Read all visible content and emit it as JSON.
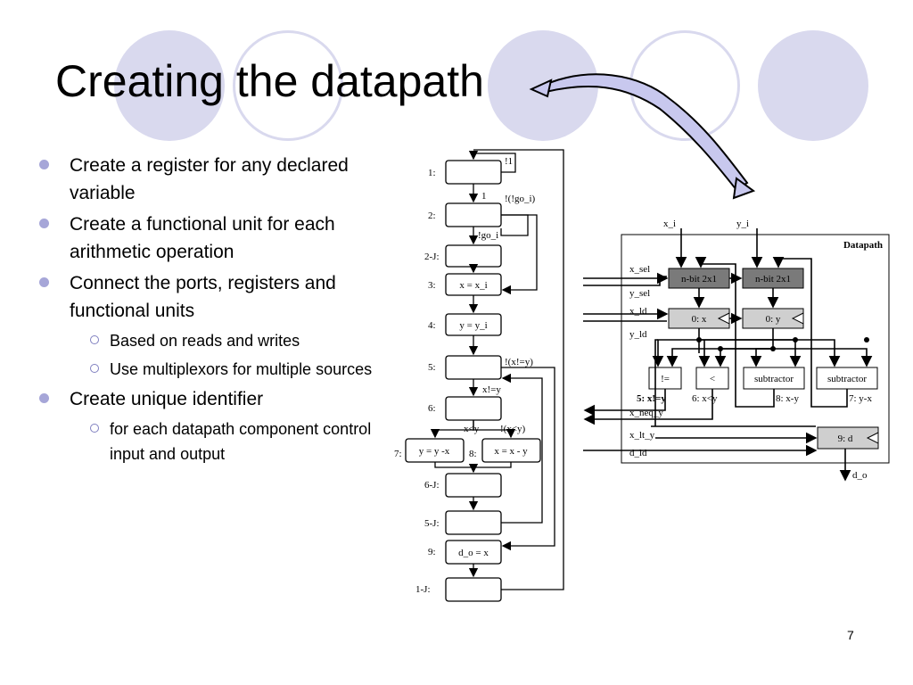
{
  "slide": {
    "title": "Creating the datapath",
    "page_number": "7",
    "colors": {
      "accent": "#a6a6d8",
      "circle": "#d9d9ee",
      "arrow_fill": "#c8c8ee"
    }
  },
  "bullets": [
    {
      "level": 1,
      "text": "Create a register for any declared variable"
    },
    {
      "level": 1,
      "text": "Create a functional unit for each arithmetic operation"
    },
    {
      "level": 1,
      "text": "Connect the ports, registers and functional units"
    },
    {
      "level": 2,
      "text": "Based on reads and writes"
    },
    {
      "level": 2,
      "text": "Use multiplexors for multiple sources"
    },
    {
      "level": 1,
      "text": "Create unique identifier"
    },
    {
      "level": 2,
      "text": "for each datapath component control input and output"
    }
  ],
  "flowchart": {
    "states": {
      "s1": "1:",
      "s2": "2:",
      "s2j": "2-J:",
      "s3": "3:",
      "s4": "4:",
      "s5": "5:",
      "s6": "6:",
      "s7": "7:",
      "s8": "8:",
      "s6j": "6-J:",
      "s5j": "5-J:",
      "s9": "9:",
      "s1j": "1-J:"
    },
    "actions": {
      "s3": "x = x_i",
      "s4": "y = y_i",
      "s7": "y = y -x",
      "s8": "x = x - y",
      "s9": "d_o = x"
    },
    "conditions": {
      "not_1": "!1",
      "one": "1",
      "not_not_go_i": "!(!go_i)",
      "not_go_i": "!go_i",
      "not_x_neq_y": "!(x!=y)",
      "x_neq_y": "x!=y",
      "x_lt_y": "x<y",
      "not_x_lt_y": "!(x<y)"
    }
  },
  "datapath": {
    "title": "Datapath",
    "inputs": {
      "x_i": "x_i",
      "y_i": "y_i"
    },
    "outputs": {
      "d_o": "d_o"
    },
    "signals": {
      "x_sel": "x_sel",
      "y_sel": "y_sel",
      "x_ld": "x_ld",
      "y_ld": "y_ld",
      "x_neq_y": "x_neq_y",
      "x_lt_y": "x_lt_y",
      "d_ld": "d_ld"
    },
    "components": {
      "mux_x": "n-bit 2x1",
      "mux_y": "n-bit 2x1",
      "reg_x": "0: x",
      "reg_y": "0: y",
      "reg_d": "9: d",
      "neq": "!=",
      "lt": "<",
      "sub1": "subtractor",
      "sub2": "subtractor"
    },
    "labels": {
      "neq": "5: x!=y",
      "lt": "6: x<y",
      "sub1": "8: x-y",
      "sub2": "7: y-x"
    }
  }
}
